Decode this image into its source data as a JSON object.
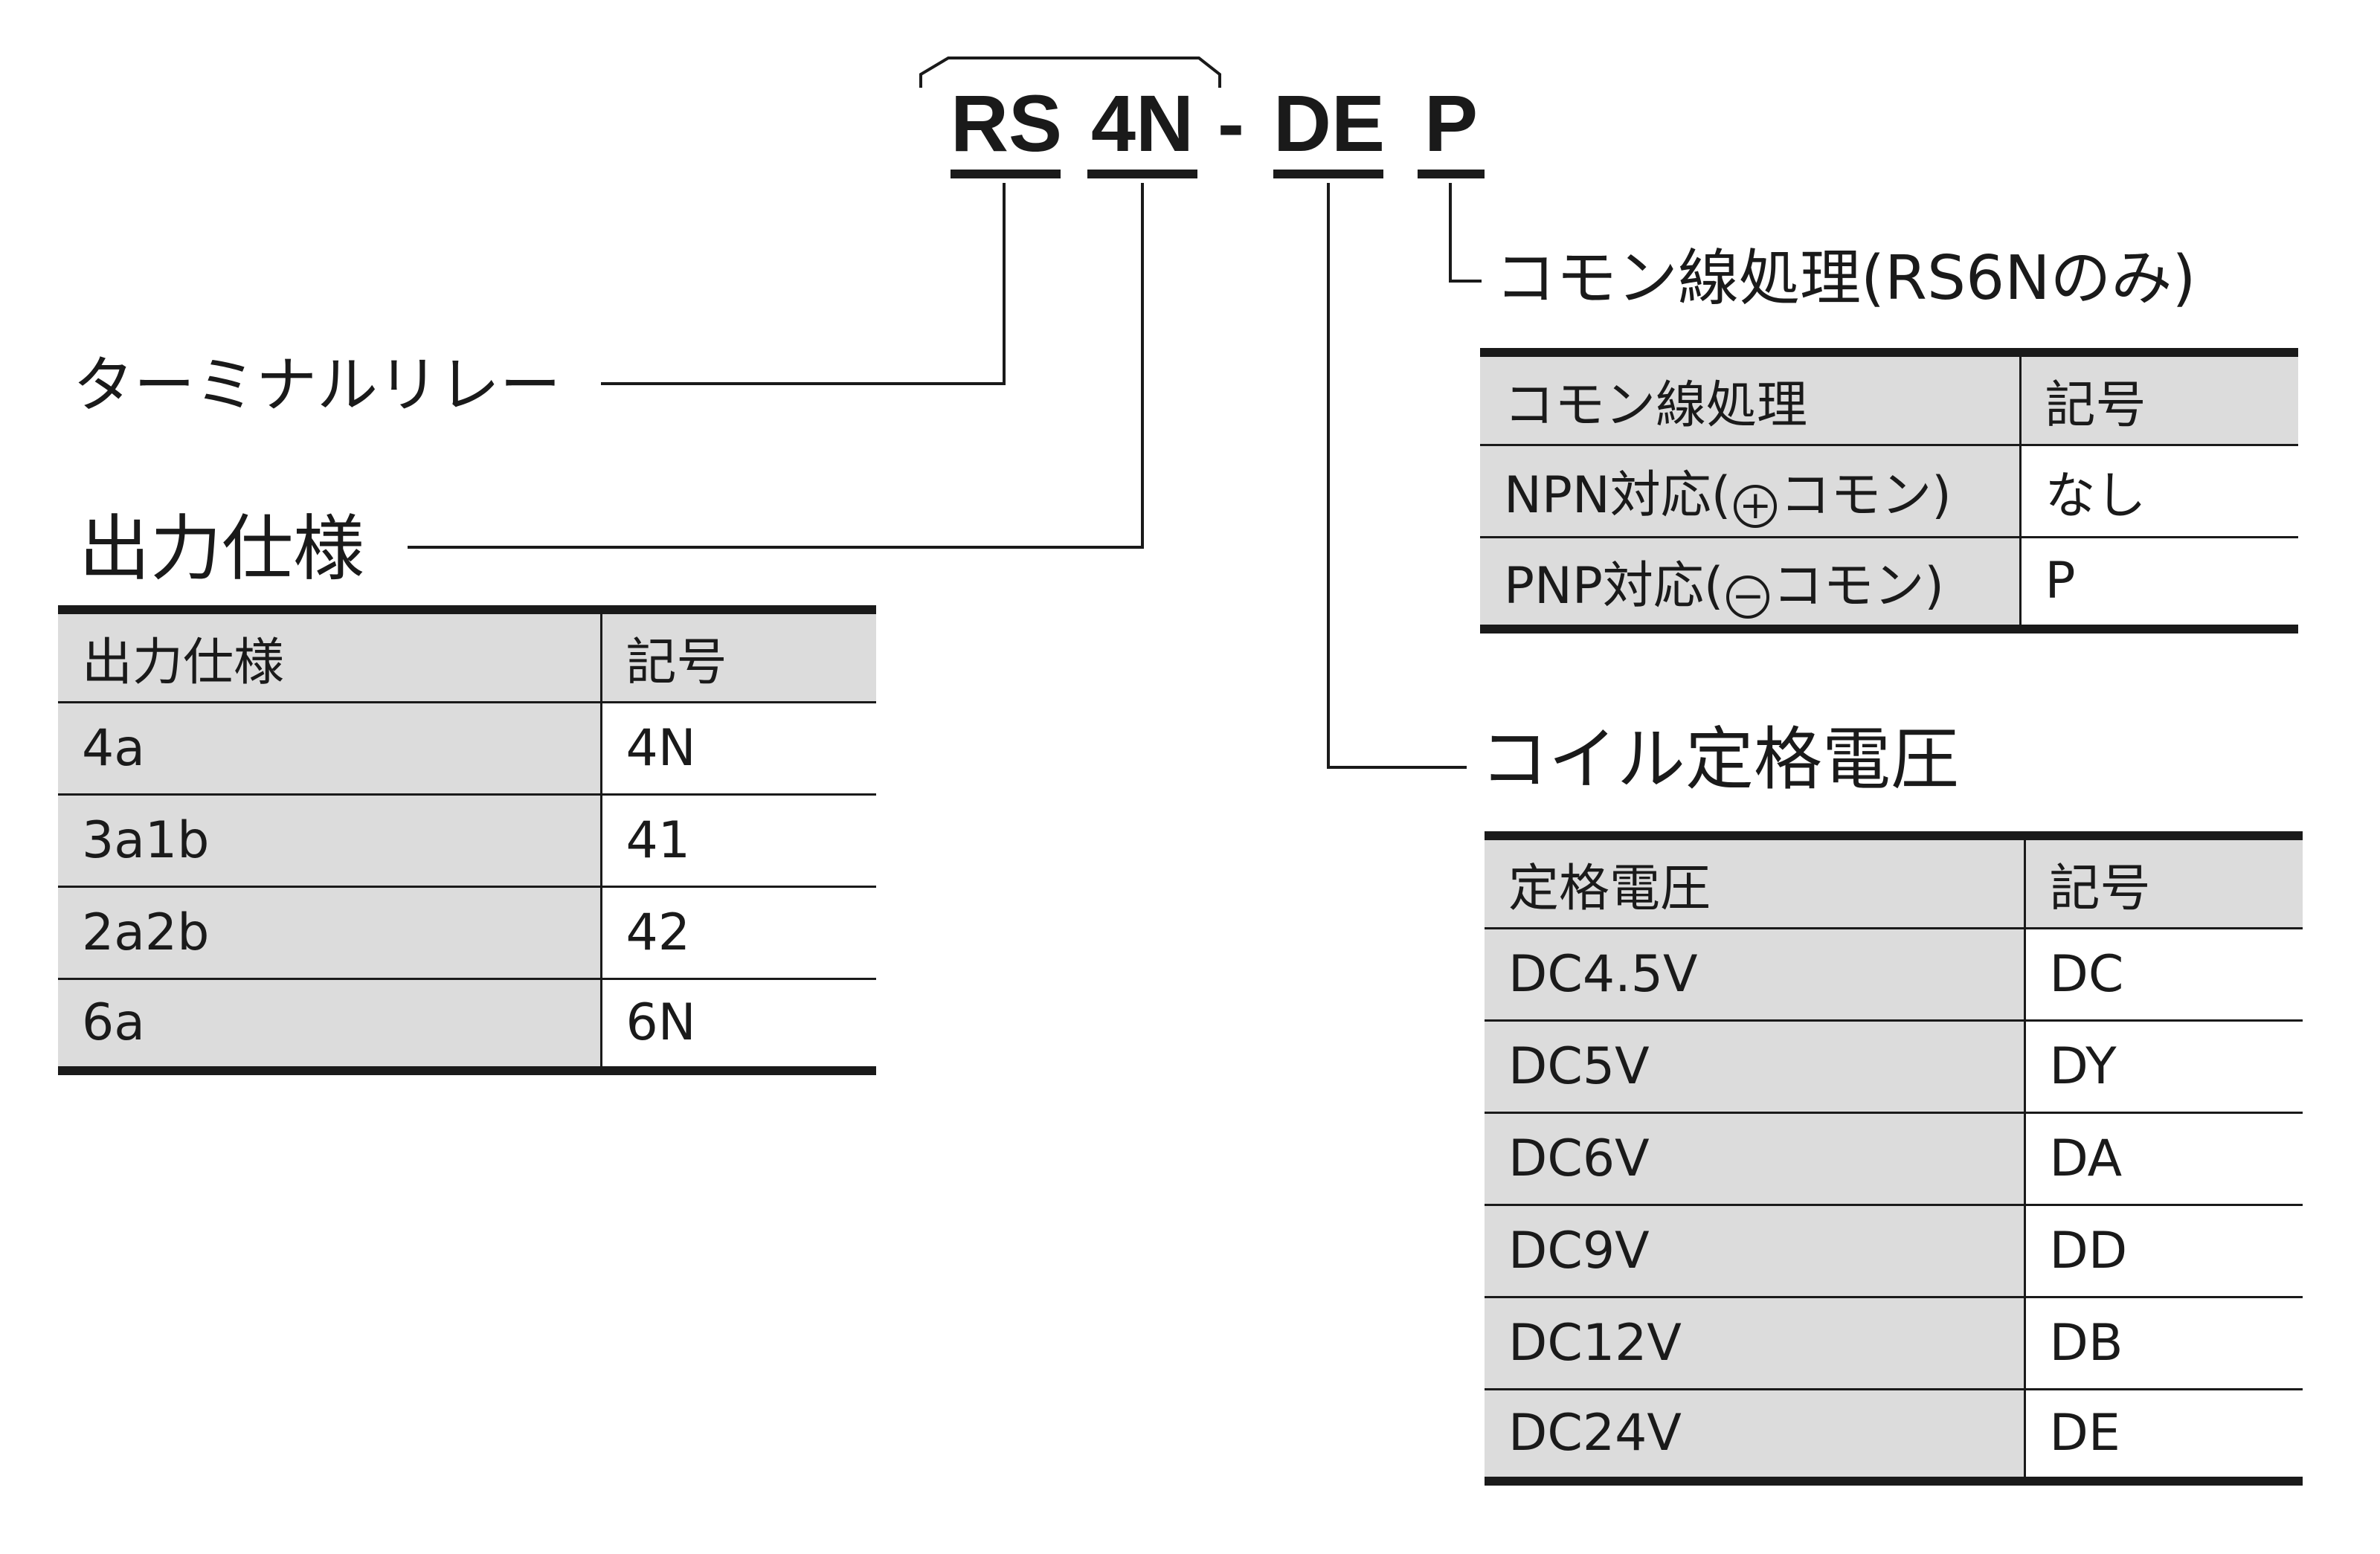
{
  "model_code": {
    "segments": [
      "RS",
      "4N",
      "-",
      "DE",
      "P"
    ]
  },
  "labels": {
    "terminal_relay": "ターミナルリレー",
    "output_spec": "出力仕様",
    "common_wire": "コモン線処理(RS6Nのみ)",
    "coil_voltage": "コイル定格電圧"
  },
  "output_table": {
    "headers": [
      "出力仕様",
      "記号"
    ],
    "rows": [
      [
        "4a",
        "4N"
      ],
      [
        "3a1b",
        "41"
      ],
      [
        "2a2b",
        "42"
      ],
      [
        "6a",
        "6N"
      ]
    ]
  },
  "common_table": {
    "headers": [
      "コモン線処理",
      "記号"
    ],
    "rows": [
      {
        "pre": "NPN対応(",
        "symbol": "+",
        "post": "コモン)",
        "code": "なし"
      },
      {
        "pre": "PNP対応(",
        "symbol": "−",
        "post": "コモン)",
        "code": "P"
      }
    ]
  },
  "voltage_table": {
    "headers": [
      "定格電圧",
      "記号"
    ],
    "rows": [
      [
        "DC4.5V",
        "DC"
      ],
      [
        "DC5V",
        "DY"
      ],
      [
        "DC6V",
        "DA"
      ],
      [
        "DC9V",
        "DD"
      ],
      [
        "DC12V",
        "DB"
      ],
      [
        "DC24V",
        "DE"
      ]
    ]
  }
}
